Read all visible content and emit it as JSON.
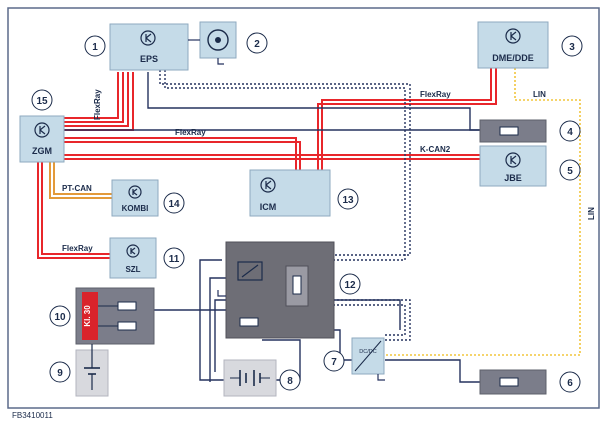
{
  "diagram": {
    "figure_id": "FB3410011",
    "modules": {
      "eps": "EPS",
      "dme": "DME/DDE",
      "zgm": "ZGM",
      "jbe": "JBE",
      "icm": "ICM",
      "kombi": "KOMBI",
      "szl": "SZL",
      "kl30": "Kl. 30"
    },
    "bus_labels": {
      "flexray_eps": "FlexRay",
      "flexray_dme": "FlexRay",
      "flexray_zgm": "FlexRay",
      "flexray_szl": "FlexRay",
      "kcan2": "K-CAN2",
      "ptcan": "PT-CAN",
      "lin_top": "LIN",
      "lin_side": "LIN"
    },
    "callouts": [
      "1",
      "2",
      "3",
      "4",
      "5",
      "6",
      "7",
      "8",
      "9",
      "10",
      "11",
      "12",
      "13",
      "14",
      "15"
    ],
    "dcdc_label": "DC/DC",
    "colors": {
      "flexray": "#e8262b",
      "kcan": "#e8262b",
      "ptcan": "#e39a3a",
      "lin": "#f2c53c",
      "module_fill": "#c5dbe8",
      "dark_module": "#6e6e76",
      "wire": "#25325f"
    }
  }
}
